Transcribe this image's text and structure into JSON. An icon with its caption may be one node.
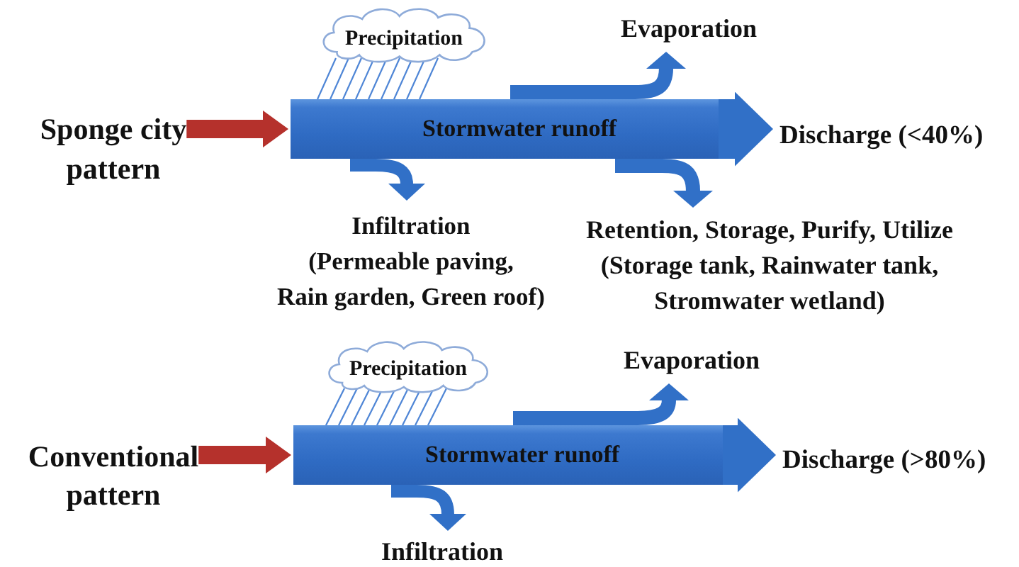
{
  "diagram": {
    "nodes": [
      {
        "text": [
          "Sponge city pattern"
        ]
      },
      {
        "text": [
          "Precipitation"
        ]
      },
      {
        "text": [
          "Stormwater runoff"
        ]
      },
      {
        "text": [
          "Evaporation"
        ]
      },
      {
        "text": [
          "Discharge (<40%)"
        ]
      },
      {
        "text": [
          "Infiltration",
          "(Permeable paving, Rain garden, Green roof)"
        ]
      },
      {
        "text": [
          "Retention, Storage, Purify, Utilize",
          "(Storage tank, Rainwater tank, Stromwater wetland)"
        ]
      },
      {
        "text": [
          "Conventional pattern"
        ]
      },
      {
        "text": [
          "Precipitation"
        ]
      },
      {
        "text": [
          "Stormwater runoff"
        ]
      },
      {
        "text": [
          "Evaporation"
        ]
      },
      {
        "text": [
          "Discharge (>80%)"
        ]
      },
      {
        "text": [
          "Infiltration"
        ]
      }
    ],
    "edges": [
      {
        "from": 0,
        "to": 2,
        "arrow": "to",
        "style": "thick",
        "color": "#b5312c"
      },
      {
        "from": 1,
        "to": 2,
        "arrow": "none"
      },
      {
        "from": 1,
        "to": 2,
        "arrow": "none"
      },
      {
        "from": 1,
        "to": 2,
        "arrow": "none"
      },
      {
        "from": 1,
        "to": 2,
        "arrow": "none"
      },
      {
        "from": 1,
        "to": 2,
        "arrow": "none"
      },
      {
        "from": 1,
        "to": 2,
        "arrow": "none"
      },
      {
        "from": 1,
        "to": 2,
        "arrow": "none"
      },
      {
        "from": 1,
        "to": 2,
        "arrow": "none"
      },
      {
        "from": 1,
        "to": 2,
        "arrow": "none"
      },
      {
        "from": 2,
        "to": 3,
        "arrow": "to",
        "style": "thick"
      },
      {
        "from": 2,
        "to": 4,
        "arrow": "to",
        "style": "thick"
      },
      {
        "from": 2,
        "to": 5,
        "arrow": "to",
        "style": "thick"
      },
      {
        "from": 2,
        "to": 6,
        "arrow": "to",
        "style": "thick"
      },
      {
        "from": 7,
        "to": 9,
        "arrow": "to",
        "style": "thick",
        "color": "#b5312c"
      },
      {
        "from": 8,
        "to": 9,
        "arrow": "none"
      },
      {
        "from": 8,
        "to": 9,
        "arrow": "none"
      },
      {
        "from": 8,
        "to": 9,
        "arrow": "none"
      },
      {
        "from": 8,
        "to": 9,
        "arrow": "none"
      },
      {
        "from": 8,
        "to": 9,
        "arrow": "none"
      },
      {
        "from": 8,
        "to": 9,
        "arrow": "none"
      },
      {
        "from": 8,
        "to": 9,
        "arrow": "none"
      },
      {
        "from": 8,
        "to": 9,
        "arrow": "none"
      },
      {
        "from": 8,
        "to": 9,
        "arrow": "none"
      },
      {
        "from": 9,
        "to": 10,
        "arrow": "to",
        "style": "thick"
      },
      {
        "from": 9,
        "to": 11,
        "arrow": "to",
        "style": "thick"
      },
      {
        "from": 9,
        "to": 12,
        "arrow": "to",
        "style": "thick"
      }
    ]
  }
}
